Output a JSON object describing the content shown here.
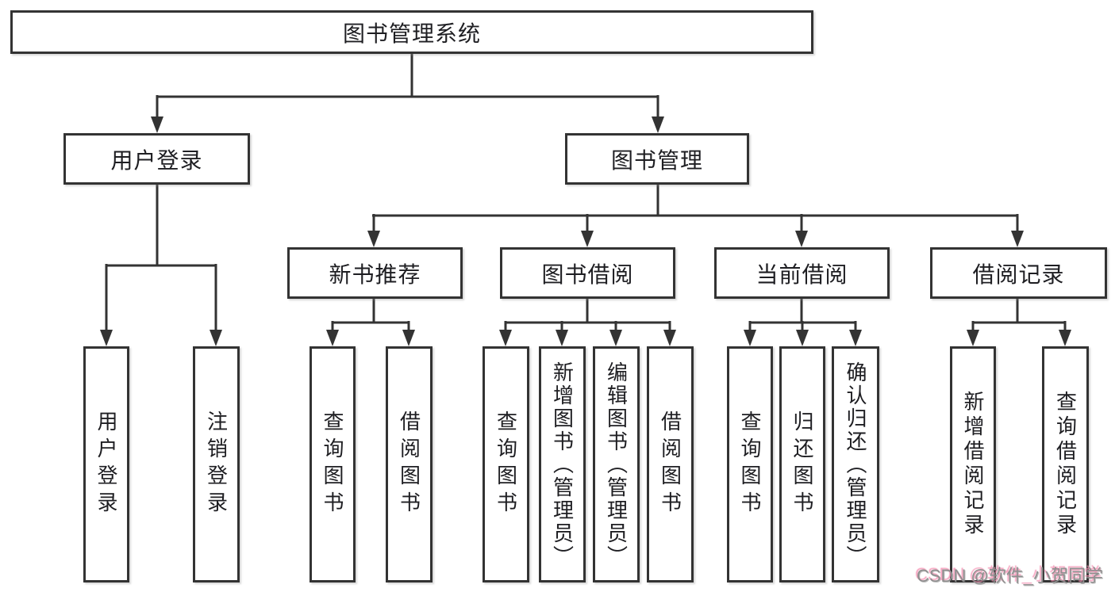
{
  "diagram": {
    "title": "图书管理系统",
    "type": "hierarchy-tree"
  },
  "nodes": {
    "root": {
      "label": "图书管理系统"
    },
    "user_login": {
      "label": "用户登录"
    },
    "book_mgmt": {
      "label": "图书管理"
    },
    "new_book_rec": {
      "label": "新书推荐"
    },
    "book_borrow": {
      "label": "图书借阅"
    },
    "current_borrow": {
      "label": "当前借阅"
    },
    "borrow_records": {
      "label": "借阅记录"
    },
    "login_leaf": {
      "label": "用户登录"
    },
    "logout_leaf": {
      "label": "注销登录"
    },
    "rec_query_books": {
      "label": "查询图书"
    },
    "rec_borrow_books": {
      "label": "借阅图书"
    },
    "bb_query_books": {
      "label": "查询图书"
    },
    "bb_add_books": {
      "label": "新增图书（管理员）"
    },
    "bb_edit_books": {
      "label": "编辑图书（管理员）"
    },
    "bb_borrow_books": {
      "label": "借阅图书"
    },
    "cb_query_books": {
      "label": "查询图书"
    },
    "cb_return_books": {
      "label": "归还图书"
    },
    "cb_confirm_return": {
      "label": "确认归还（管理员）"
    },
    "br_add_record": {
      "label": "新增借阅记录"
    },
    "br_query_record": {
      "label": "查询借阅记录"
    }
  },
  "watermark": {
    "text": "CSDN @软件_小贺同学"
  },
  "colors": {
    "background": "#ffffff",
    "line": "#333333",
    "box_border": "#333333",
    "text": "#1e1e22",
    "watermark_gray": "#8f8f8f",
    "watermark_pink": "#f48fb1"
  }
}
